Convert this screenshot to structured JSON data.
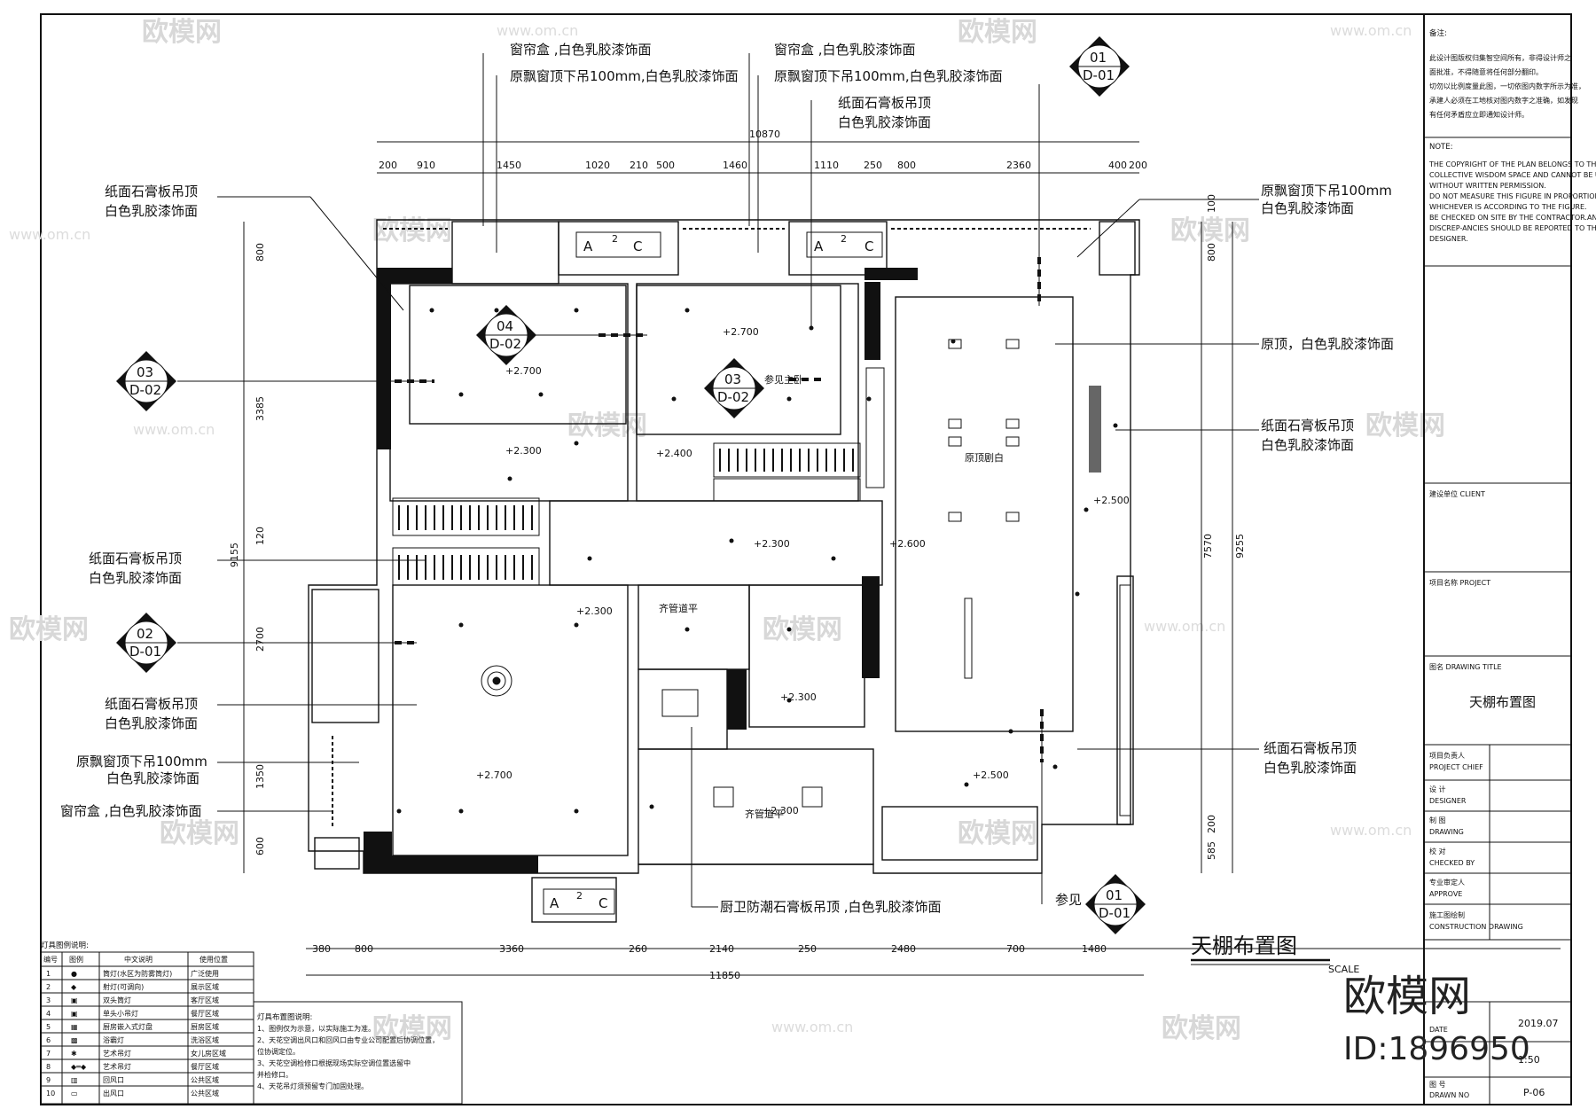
{
  "plan": {
    "drawing_title": "天棚布置图",
    "scale_label": "SCALE",
    "total_width": "10870",
    "total_bottom": "11850",
    "total_height_a": "9155",
    "total_height_b": "7570",
    "total_height_c": "9255",
    "top_dims": [
      "200",
      "910",
      "1450",
      "1020",
      "210",
      "500",
      "1460",
      "1110",
      "250",
      "800",
      "2360",
      "400",
      "200"
    ],
    "bottom_dims": [
      "380",
      "800",
      "3360",
      "260",
      "2140",
      "250",
      "2480",
      "700",
      "1480"
    ],
    "left_dims": [
      "800",
      "3385",
      "120",
      "2700",
      "1350",
      "600"
    ],
    "right_dims": [
      "800",
      "200",
      "585",
      "100"
    ],
    "heights": [
      "+2.700",
      "+2.300",
      "+2.700",
      "+2.400",
      "+2.300",
      "+2.600",
      "+2.500",
      "+2.300",
      "+2.300",
      "+2.700",
      "+2.500",
      "+2.300"
    ],
    "room_notes": [
      "原顶剧白",
      "参见主卧",
      "齐管道平",
      "齐管道平"
    ],
    "ac_label": "A",
    "ac_label_c": "C",
    "ac_sup": "2",
    "refs": [
      {
        "num": "01",
        "sheet": "D-01"
      },
      {
        "num": "03",
        "sheet": "D-02"
      },
      {
        "num": "04",
        "sheet": "D-02"
      },
      {
        "num": "03",
        "sheet": "D-02"
      },
      {
        "num": "02",
        "sheet": "D-01"
      },
      {
        "num": "01",
        "sheet": "D-01"
      }
    ],
    "ref_see": "参见"
  },
  "annotations": {
    "top1a": "窗帘盒 ,白色乳胶漆饰面",
    "top1b": "原飘窗顶下吊100mm,白色乳胶漆饰面",
    "top2a": "窗帘盒 ,白色乳胶漆饰面",
    "top2b": "原飘窗顶下吊100mm,白色乳胶漆饰面",
    "top3a": "纸面石膏板吊顶",
    "top3b": "白色乳胶漆饰面",
    "left1a": "纸面石膏板吊顶",
    "left1b": "白色乳胶漆饰面",
    "left2a": "纸面石膏板吊顶",
    "left2b": "白色乳胶漆饰面",
    "left3a": "纸面石膏板吊顶",
    "left3b": "白色乳胶漆饰面",
    "left4a": "原飘窗顶下吊100mm",
    "left4b": "白色乳胶漆饰面",
    "left5": "窗帘盒 ,白色乳胶漆饰面",
    "right1a": "原飘窗顶下吊100mm",
    "right1b": "白色乳胶漆饰面",
    "right2": "原顶，白色乳胶漆饰面",
    "right3a": "纸面石膏板吊顶",
    "right3b": "白色乳胶漆饰面",
    "right4a": "纸面石膏板吊顶",
    "right4b": "白色乳胶漆饰面",
    "bottom1": "厨卫防潮石膏板吊顶 ,白色乳胶漆饰面"
  },
  "legend": {
    "title": "灯具图例说明:",
    "headers": [
      "编号",
      "图例",
      "中文说明",
      "使用位置"
    ],
    "rows": [
      [
        "1",
        "●",
        "筒灯(水区为防雾筒灯)",
        "广泛使用"
      ],
      [
        "2",
        "◆",
        "射灯(可调向)",
        "展示区域"
      ],
      [
        "3",
        "▣",
        "双头筒灯",
        "客厅区域"
      ],
      [
        "4",
        "▣",
        "单头小吊灯",
        "餐厅区域"
      ],
      [
        "5",
        "▦",
        "厨房嵌入式灯盘",
        "厨房区域"
      ],
      [
        "6",
        "▩",
        "浴霸灯",
        "洗浴区域"
      ],
      [
        "7",
        "✱",
        "艺术吊灯",
        "女儿房区域"
      ],
      [
        "8",
        "◆═◆",
        "艺术吊灯",
        "餐厅区域"
      ],
      [
        "9",
        "▥",
        "回风口",
        "公共区域"
      ],
      [
        "10",
        "▭",
        "出风口",
        "公共区域"
      ]
    ]
  },
  "notes": {
    "title": "灯具布置图说明:",
    "lines": [
      "1、图例仅为示意，以实际施工为准。",
      "2、天花空调出风口和回风口由专业公司配置后协调位置，",
      "位协调定位。",
      "3、天花空调检修口根据现场实际空调位置选留中",
      "并检修口。",
      "4、天花吊灯须预留专门加固处理。"
    ]
  },
  "titleblock": {
    "remarks_label": "备注:",
    "remarks_cn": [
      "此设计图版权归集智空间所有，非得设计师之",
      "面批准，不得随意将任何部分翻印。",
      "切勿以比例度量此图，一切依图内数字所示为准，",
      "承建人必须在工地核对图内数字之准确，如发现",
      "有任何矛盾应立即通知设计师。"
    ],
    "note_label": "NOTE:",
    "note_en": [
      "THE COPYRIGHT OF THE PLAN BELONGS TO THE",
      "COLLECTIVE WISDOM SPACE AND CANNOT BE USED",
      "WITHOUT WRITTEN PERMISSION.",
      "DO NOT MEASURE THIS FIGURE IN PROPORTION.",
      "WHICHEVER IS ACCORDING TO THE FIGURE.",
      "BE CHECKED ON SITE BY THE CONTRACTOR.ANY",
      "DISCREP-ANCIES SHOULD BE REPORTED TO THE",
      "DESIGNER."
    ],
    "client_label": "建设单位  CLIENT",
    "project_label": "项目名称  PROJECT",
    "drawing_title_label": "图名    DRAWING TITLE",
    "drawing_title": "天棚布置图",
    "rows": [
      {
        "cn": "项目负责人",
        "en": "PROJECT CHIEF"
      },
      {
        "cn": "设 计",
        "en": "DESIGNER"
      },
      {
        "cn": "制 图",
        "en": "DRAWING"
      },
      {
        "cn": "校 对",
        "en": "CHECKED BY"
      },
      {
        "cn": "专业审定人",
        "en": "APPROVE"
      },
      {
        "cn": "施工图绘制",
        "en": "CONSTRUCTION DRAWING"
      }
    ],
    "date_label": "DATE",
    "date_value": "2019.07",
    "scale_value": "1:50",
    "drawno_cn": "图 号",
    "drawno_en": "DRAWN NO",
    "drawno_value": "P-06"
  },
  "watermark": {
    "brand": "欧模网",
    "site": "www.om.cn",
    "big": "欧模网",
    "id": "ID:1896950"
  }
}
